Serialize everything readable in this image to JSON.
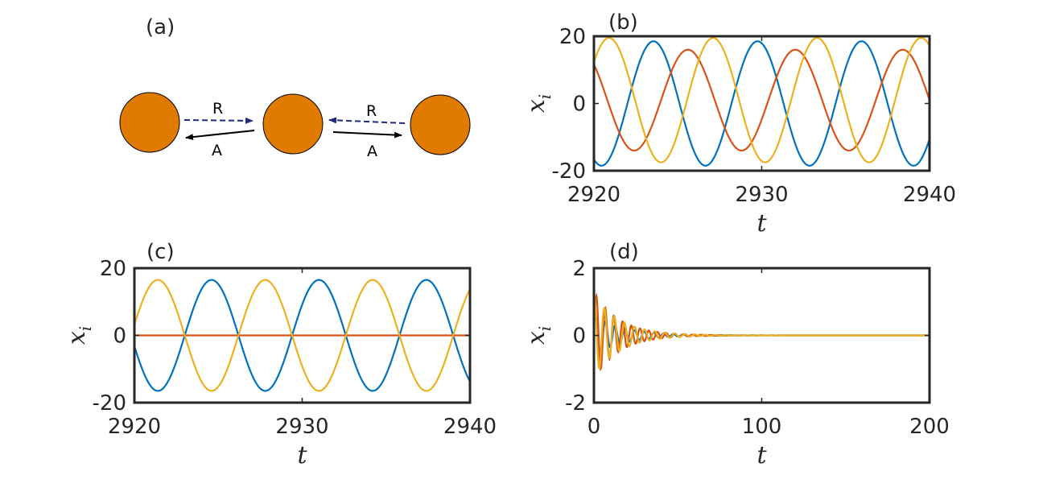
{
  "labels": {
    "a": "(a)",
    "b": "(b)",
    "c": "(c)",
    "d": "(d)"
  },
  "diagram": {
    "node_color": "#E07B00",
    "repulsive_label": "R",
    "attractive_label": "A",
    "dash_color": "#1F2A80"
  },
  "colors": {
    "s1": "#0072BD",
    "s2": "#D95319",
    "s3": "#EDB120"
  },
  "chart_data": [
    {
      "id": "b",
      "type": "line",
      "xlabel": "t",
      "ylabel": "x_i",
      "xlim": [
        2920,
        2940
      ],
      "ylim": [
        -20,
        20
      ],
      "xticks": [
        "2920",
        "2930",
        "2940"
      ],
      "yticks": [
        "20",
        "0",
        "-20"
      ],
      "series": [
        {
          "color": "#0072BD",
          "amp": 18.5,
          "period": 6.2,
          "phase": 2923.55,
          "offset": 0
        },
        {
          "color": "#D95319",
          "amp": 15,
          "period": 6.4,
          "phase": 2925.6,
          "offset": 1
        },
        {
          "color": "#EDB120",
          "amp": 18.5,
          "period": 6.2,
          "phase": 2927.1,
          "offset": 1
        }
      ]
    },
    {
      "id": "c",
      "type": "line",
      "xlabel": "t",
      "ylabel": "x_i",
      "xlim": [
        2920,
        2940
      ],
      "ylim": [
        -20,
        20
      ],
      "xticks": [
        "2920",
        "2930",
        "2940"
      ],
      "yticks": [
        "20",
        "0",
        "-20"
      ],
      "series": [
        {
          "color": "#0072BD",
          "amp": 16.5,
          "period": 6.4,
          "phase": 2924.6,
          "offset": 0
        },
        {
          "color": "#D95319",
          "amp": 0,
          "period": 6.4,
          "phase": 2920,
          "offset": 0
        },
        {
          "color": "#EDB120",
          "amp": 16.5,
          "period": 6.4,
          "phase": 2921.4,
          "offset": 0
        }
      ]
    },
    {
      "id": "d",
      "type": "line",
      "xlabel": "t",
      "ylabel": "x_i",
      "xlim": [
        0,
        200
      ],
      "ylim": [
        -2,
        2
      ],
      "xticks": [
        "0",
        "100",
        "200"
      ],
      "yticks": [
        "2",
        "0",
        "-2"
      ],
      "series": [
        {
          "color": "#0072BD",
          "amp": 0.6,
          "period": 5.8,
          "phase": 1.0,
          "decay": 18
        },
        {
          "color": "#D95319",
          "amp": 1.3,
          "period": 5.2,
          "phase": 1.5,
          "decay": 15
        },
        {
          "color": "#EDB120",
          "amp": 1.2,
          "period": 6.0,
          "phase": 0.2,
          "decay": 16
        }
      ]
    }
  ]
}
